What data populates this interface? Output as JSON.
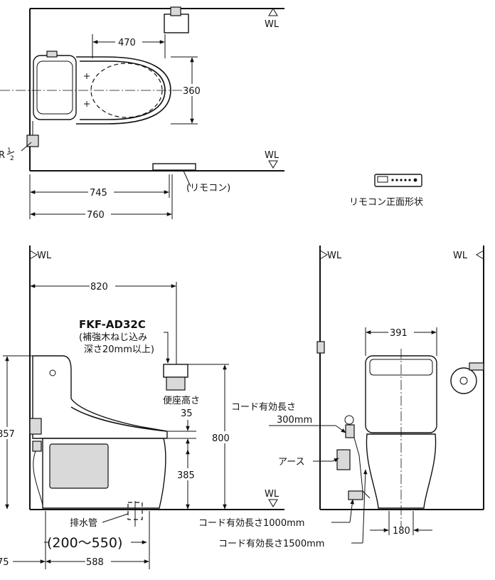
{
  "plan": {
    "wl_top": "WL",
    "wl_bottom": "WL",
    "dim_470": "470",
    "dim_360": "360",
    "dim_745": "745",
    "dim_760": "760",
    "pipe_label": "R",
    "pipe_frac_num": "1",
    "pipe_frac_den": "2",
    "remote_tag": "(リモコン)"
  },
  "remote_caption": "リモコン正面形状",
  "side": {
    "wl_left": "WL",
    "wl_floor": "WL",
    "dim_820": "820",
    "model": "FKF-AD32C",
    "note_line1": "(補強木ねじ込み",
    "note_line2": "深さ20mm以上)",
    "seat_label": "便座高さ",
    "dim_35": "35",
    "dim_800": "800",
    "dim_385": "385",
    "dim_857": "857",
    "drain_label": "排水管",
    "drain_range": "(200〜550)",
    "dim_75": "75",
    "dim_588": "588"
  },
  "front": {
    "wl_left": "WL",
    "wl_right": "WL",
    "dim_391": "391",
    "dim_180": "180",
    "cord_label": "コード有効長さ",
    "cord_300": "300mm",
    "earth": "アース",
    "cord_1000": "コード有効長さ1000mm",
    "cord_1500": "コード有効長さ1500mm"
  }
}
